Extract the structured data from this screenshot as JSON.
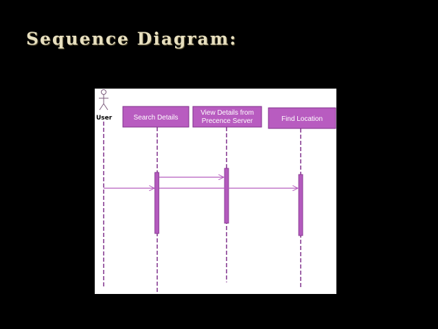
{
  "slide": {
    "title": "Sequence Diagram:"
  },
  "diagram": {
    "type": "uml-sequence",
    "colors": {
      "box_fill": "#b85cc0",
      "box_border": "#7f2f8a",
      "activation_fill": "#b35abd",
      "lifeline": "#7f2f8a",
      "message": "#b35abd"
    },
    "actor": {
      "label": "User",
      "icon": "stick-figure-actor-icon"
    },
    "participants": [
      {
        "id": "search",
        "label_lines": [
          "Search Details"
        ]
      },
      {
        "id": "view",
        "label_lines": [
          "View Details from",
          "Precence Server"
        ]
      },
      {
        "id": "find",
        "label_lines": [
          "Find Location"
        ]
      }
    ],
    "messages": [
      {
        "from": "user",
        "to": "search"
      },
      {
        "from": "search",
        "to": "view"
      },
      {
        "from": "search",
        "to": "find"
      }
    ]
  }
}
